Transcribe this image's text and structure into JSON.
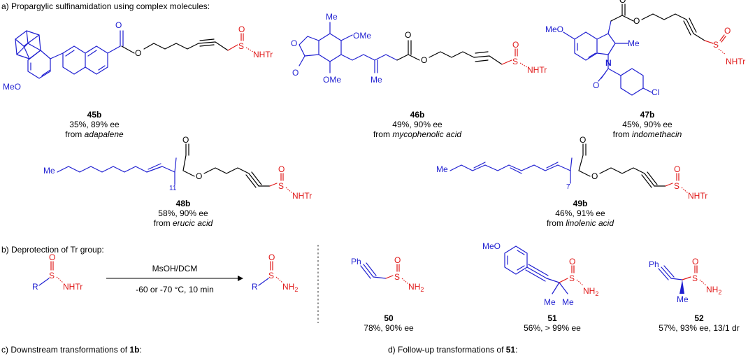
{
  "sections": {
    "a": "a) Propargylic sulfinamidation using complex molecules:",
    "b": "b) Deprotection of Tr group:",
    "c_prefix": "c) Downstream transformations of ",
    "c_bold": "1b",
    "c_suffix": ":",
    "d_prefix": "d) Follow-up transformations of ",
    "d_bold": "51",
    "d_suffix": ":"
  },
  "compounds": [
    {
      "id": "45b",
      "result": "35%, 89% ee",
      "from_prefix": "from ",
      "from": "adapalene"
    },
    {
      "id": "46b",
      "result": "49%, 90% ee",
      "from_prefix": "from ",
      "from": "mycophenolic acid"
    },
    {
      "id": "47b",
      "result": "45%, 90% ee",
      "from_prefix": "from ",
      "from": "indomethacin"
    },
    {
      "id": "48b",
      "result": "58%, 90% ee",
      "from_prefix": "from ",
      "from": "erucic acid"
    },
    {
      "id": "49b",
      "result": "46%, 91% ee",
      "from_prefix": "from ",
      "from": "linolenic acid"
    },
    {
      "id": "50",
      "result": "78%, 90% ee"
    },
    {
      "id": "51",
      "result": "56%, > 99% ee"
    },
    {
      "id": "52",
      "result": "57%, 93% ee, 13/1 dr"
    }
  ],
  "reaction": {
    "reagent": "MsOH/DCM",
    "conditions": "-60 or -70 °C, 10 min"
  },
  "atom_labels": {
    "S": "S",
    "O": "O",
    "NHTr": "NHTr",
    "NH": "NH",
    "sub2": "2",
    "R": "R",
    "Me": "Me",
    "MeO": "MeO",
    "OMe": "OMe",
    "Ph": "Ph",
    "N": "N",
    "Cl": "Cl",
    "n11": "11",
    "n7": "7"
  },
  "colors": {
    "substrate": "#1f1fd1",
    "sulfinamide": "#e01a1a",
    "linker": "#000000"
  }
}
